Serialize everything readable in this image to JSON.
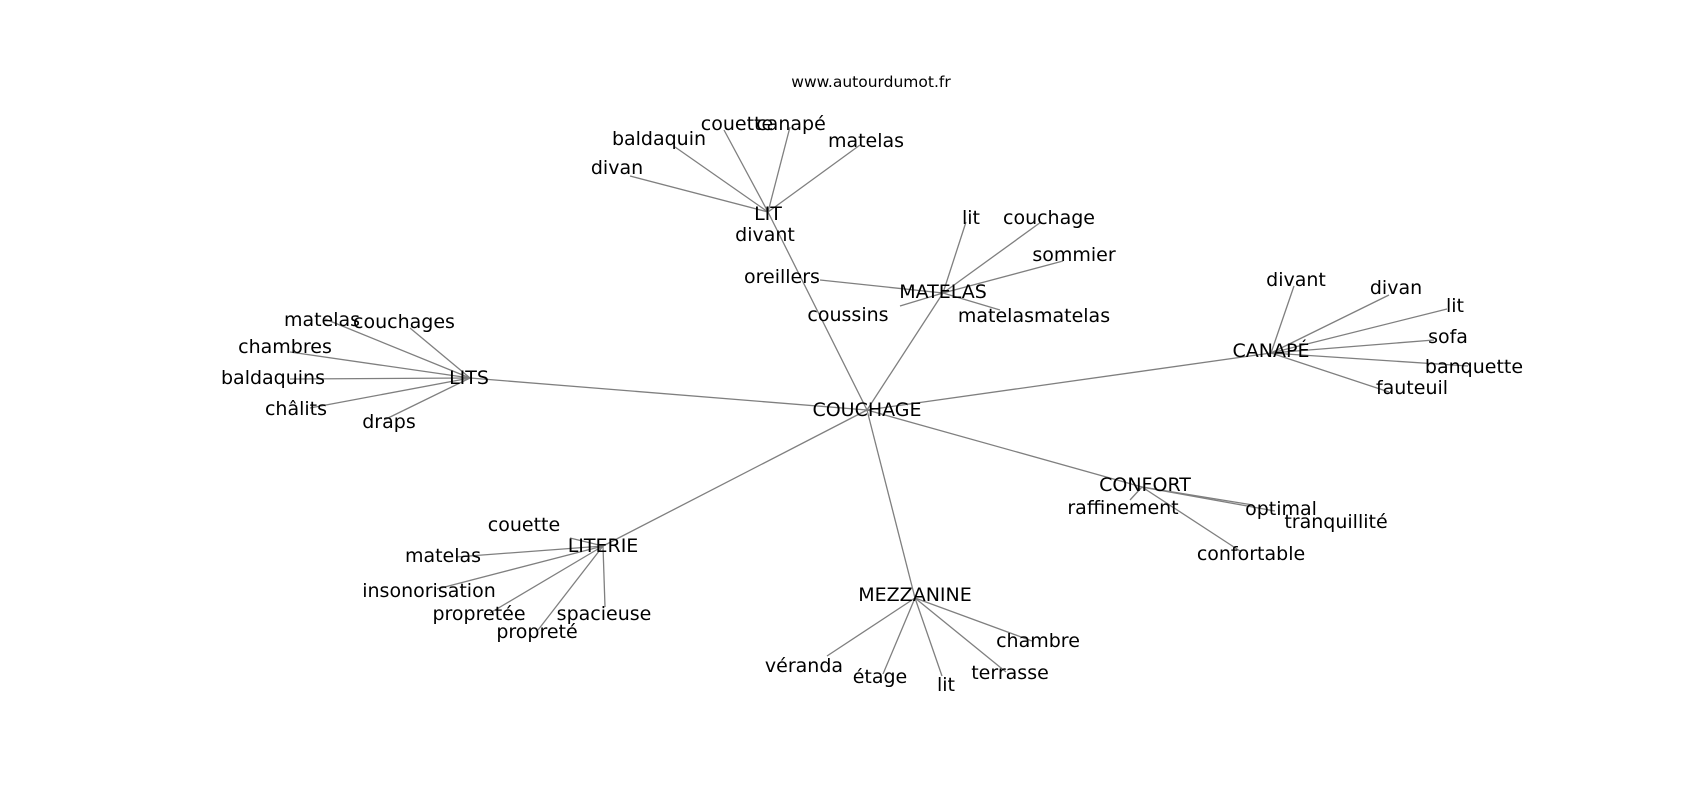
{
  "source": "www.autourdumot.fr",
  "center": "COUCHAGE",
  "clusters": [
    {
      "label": "LIT",
      "children": [
        "divant",
        "divan",
        "baldaquin",
        "couette",
        "canapé",
        "matelas"
      ]
    },
    {
      "label": "MATELAS",
      "children": [
        "oreillers",
        "coussins",
        "lit",
        "couchage",
        "sommier",
        "matelasmatelas"
      ]
    },
    {
      "label": "CANAPÉ",
      "children": [
        "divant",
        "divan",
        "lit",
        "sofa",
        "banquette",
        "fauteuil"
      ]
    },
    {
      "label": "CONFORT",
      "children": [
        "raffinement",
        "optimal",
        "tranquillité",
        "confortable"
      ]
    },
    {
      "label": "MEZZANINE",
      "children": [
        "véranda",
        "étage",
        "lit",
        "terrasse",
        "chambre"
      ]
    },
    {
      "label": "LITERIE",
      "children": [
        "couette",
        "matelas",
        "insonorisation",
        "propretée",
        "propreté",
        "spacieuse"
      ]
    },
    {
      "label": "LITS",
      "children": [
        "matelas",
        "couchages",
        "chambres",
        "baldaquins",
        "châlits",
        "draps"
      ]
    }
  ]
}
